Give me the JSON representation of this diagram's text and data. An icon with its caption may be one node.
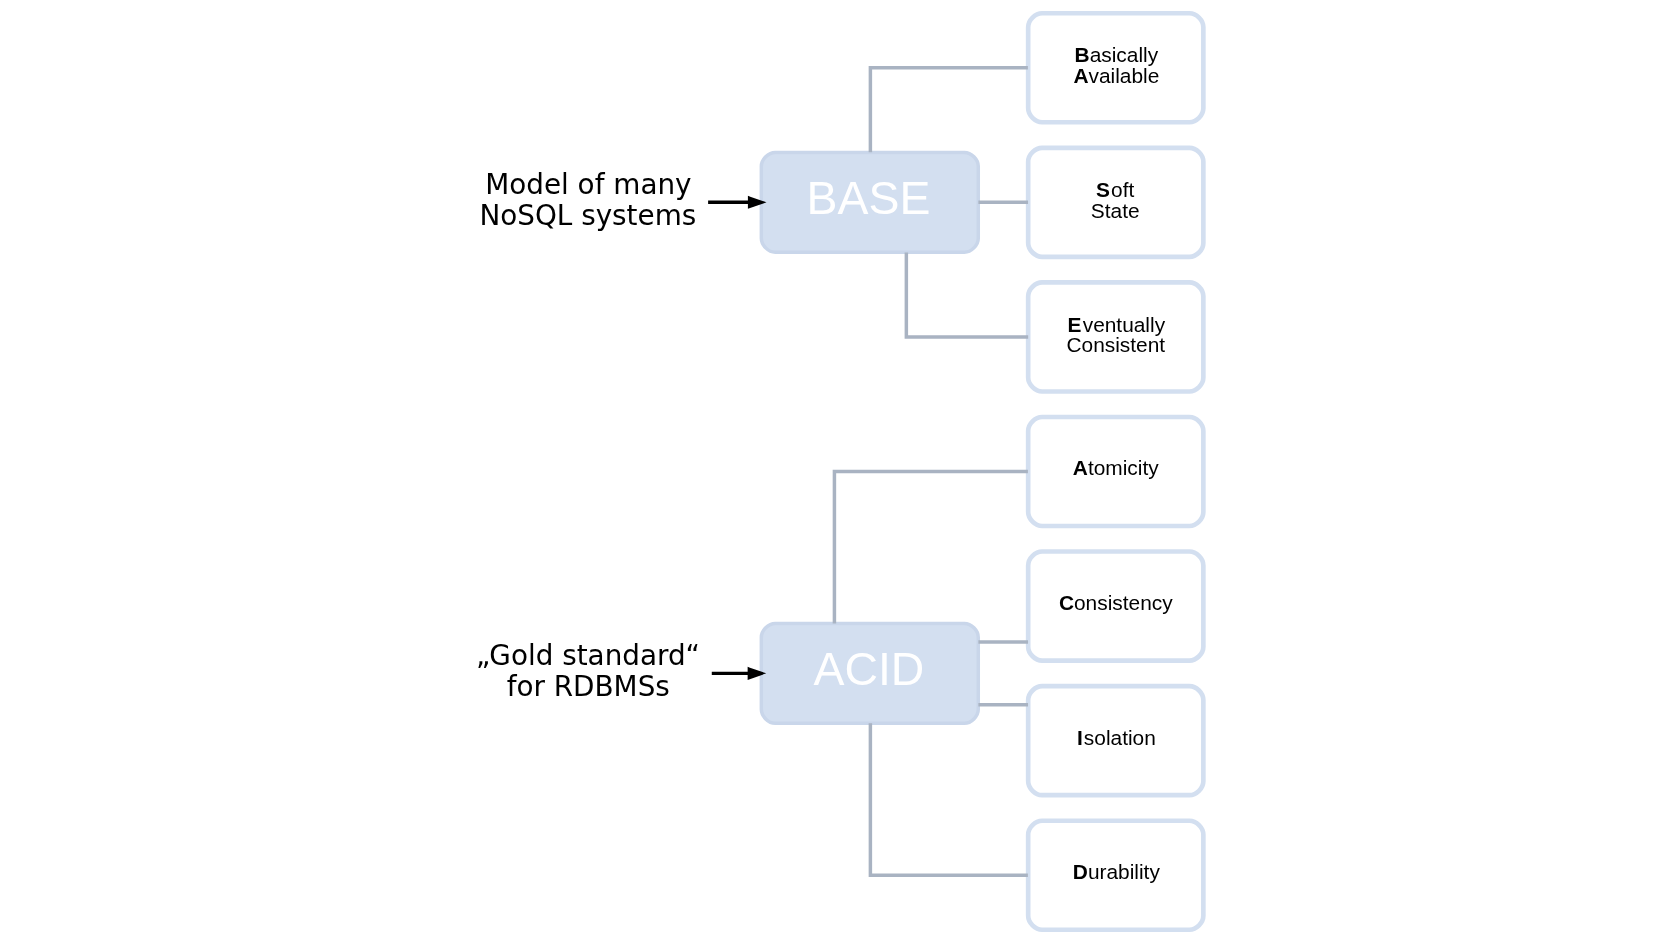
{
  "diagram": {
    "nodes": [
      {
        "text": [
          "ACID"
        ]
      },
      {
        "text": [
          "**A**tomicity"
        ]
      },
      {
        "text": [
          "**C**onsistency"
        ]
      },
      {
        "text": [
          "**I**solation"
        ]
      },
      {
        "text": [
          "**D**urability"
        ]
      },
      {
        "text": [
          "BASE"
        ]
      },
      {
        "text": [
          "**B**asically **A**vailable"
        ]
      },
      {
        "text": [
          "**S**oft State"
        ]
      },
      {
        "text": [
          "**E**ventually Consistent"
        ]
      },
      {
        "text": [
          "„Gold standard“ for RDBMSs"
        ]
      },
      {
        "text": [
          "Model of many NoSQL systems"
        ]
      }
    ],
    "edges": [
      {
        "from": 0,
        "to": 1,
        "arrow": "none"
      },
      {
        "from": 0,
        "to": 2,
        "arrow": "none"
      },
      {
        "from": 0,
        "to": 3,
        "arrow": "none"
      },
      {
        "from": 0,
        "to": 4,
        "arrow": "none"
      },
      {
        "from": 5,
        "to": 6,
        "arrow": "none"
      },
      {
        "from": 5,
        "to": 7,
        "arrow": "none"
      },
      {
        "from": 5,
        "to": 8,
        "arrow": "none"
      },
      {
        "from": 9,
        "to": 0,
        "arrow": "to",
        "color": "#000000"
      },
      {
        "from": 10,
        "to": 5,
        "arrow": "to",
        "color": "#000000"
      }
    ]
  }
}
